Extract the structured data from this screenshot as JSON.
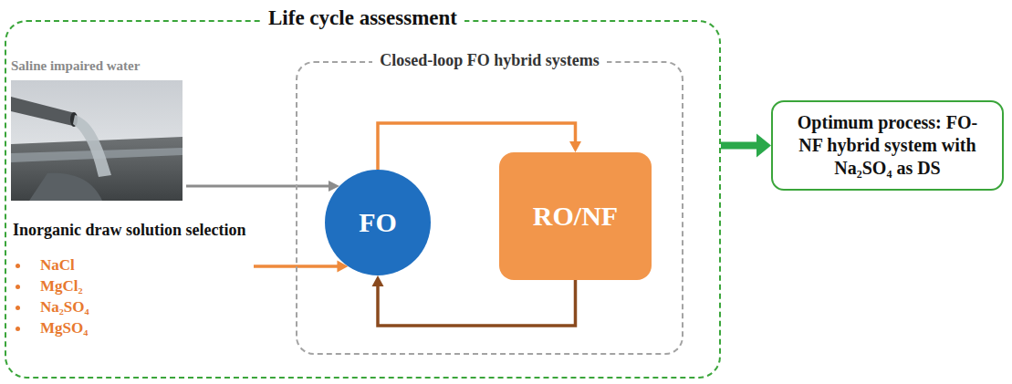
{
  "diagram": {
    "nodes": [
      {
        "text": [
          "Life cycle assessment"
        ]
      },
      {
        "text": [
          "Saline impaired water"
        ],
        "in": 0
      },
      {
        "text": [
          "Closed-loop FO hybrid systems"
        ],
        "in": 0
      },
      {
        "text": [
          "FO"
        ],
        "in": 2
      },
      {
        "text": [
          "RO/NF"
        ],
        "in": 2
      },
      {
        "text": [
          "Inorganic draw solution selection",
          "NaCl",
          "MgCl₂",
          "Na₂SO₄",
          "MgSO₄"
        ],
        "in": 0
      },
      {
        "text": [
          "Optimum process: FO-NF hybrid system with Na₂SO₄ as DS"
        ]
      }
    ],
    "edges": [
      {
        "from": 1,
        "to": 3,
        "arrow": "to"
      },
      {
        "from": 5,
        "to": 3,
        "arrow": "to"
      },
      {
        "from": 3,
        "to": 4,
        "arrow": "to"
      },
      {
        "from": 4,
        "to": 3,
        "arrow": "to"
      },
      {
        "from": 0,
        "to": 6,
        "arrow": "to"
      }
    ]
  }
}
